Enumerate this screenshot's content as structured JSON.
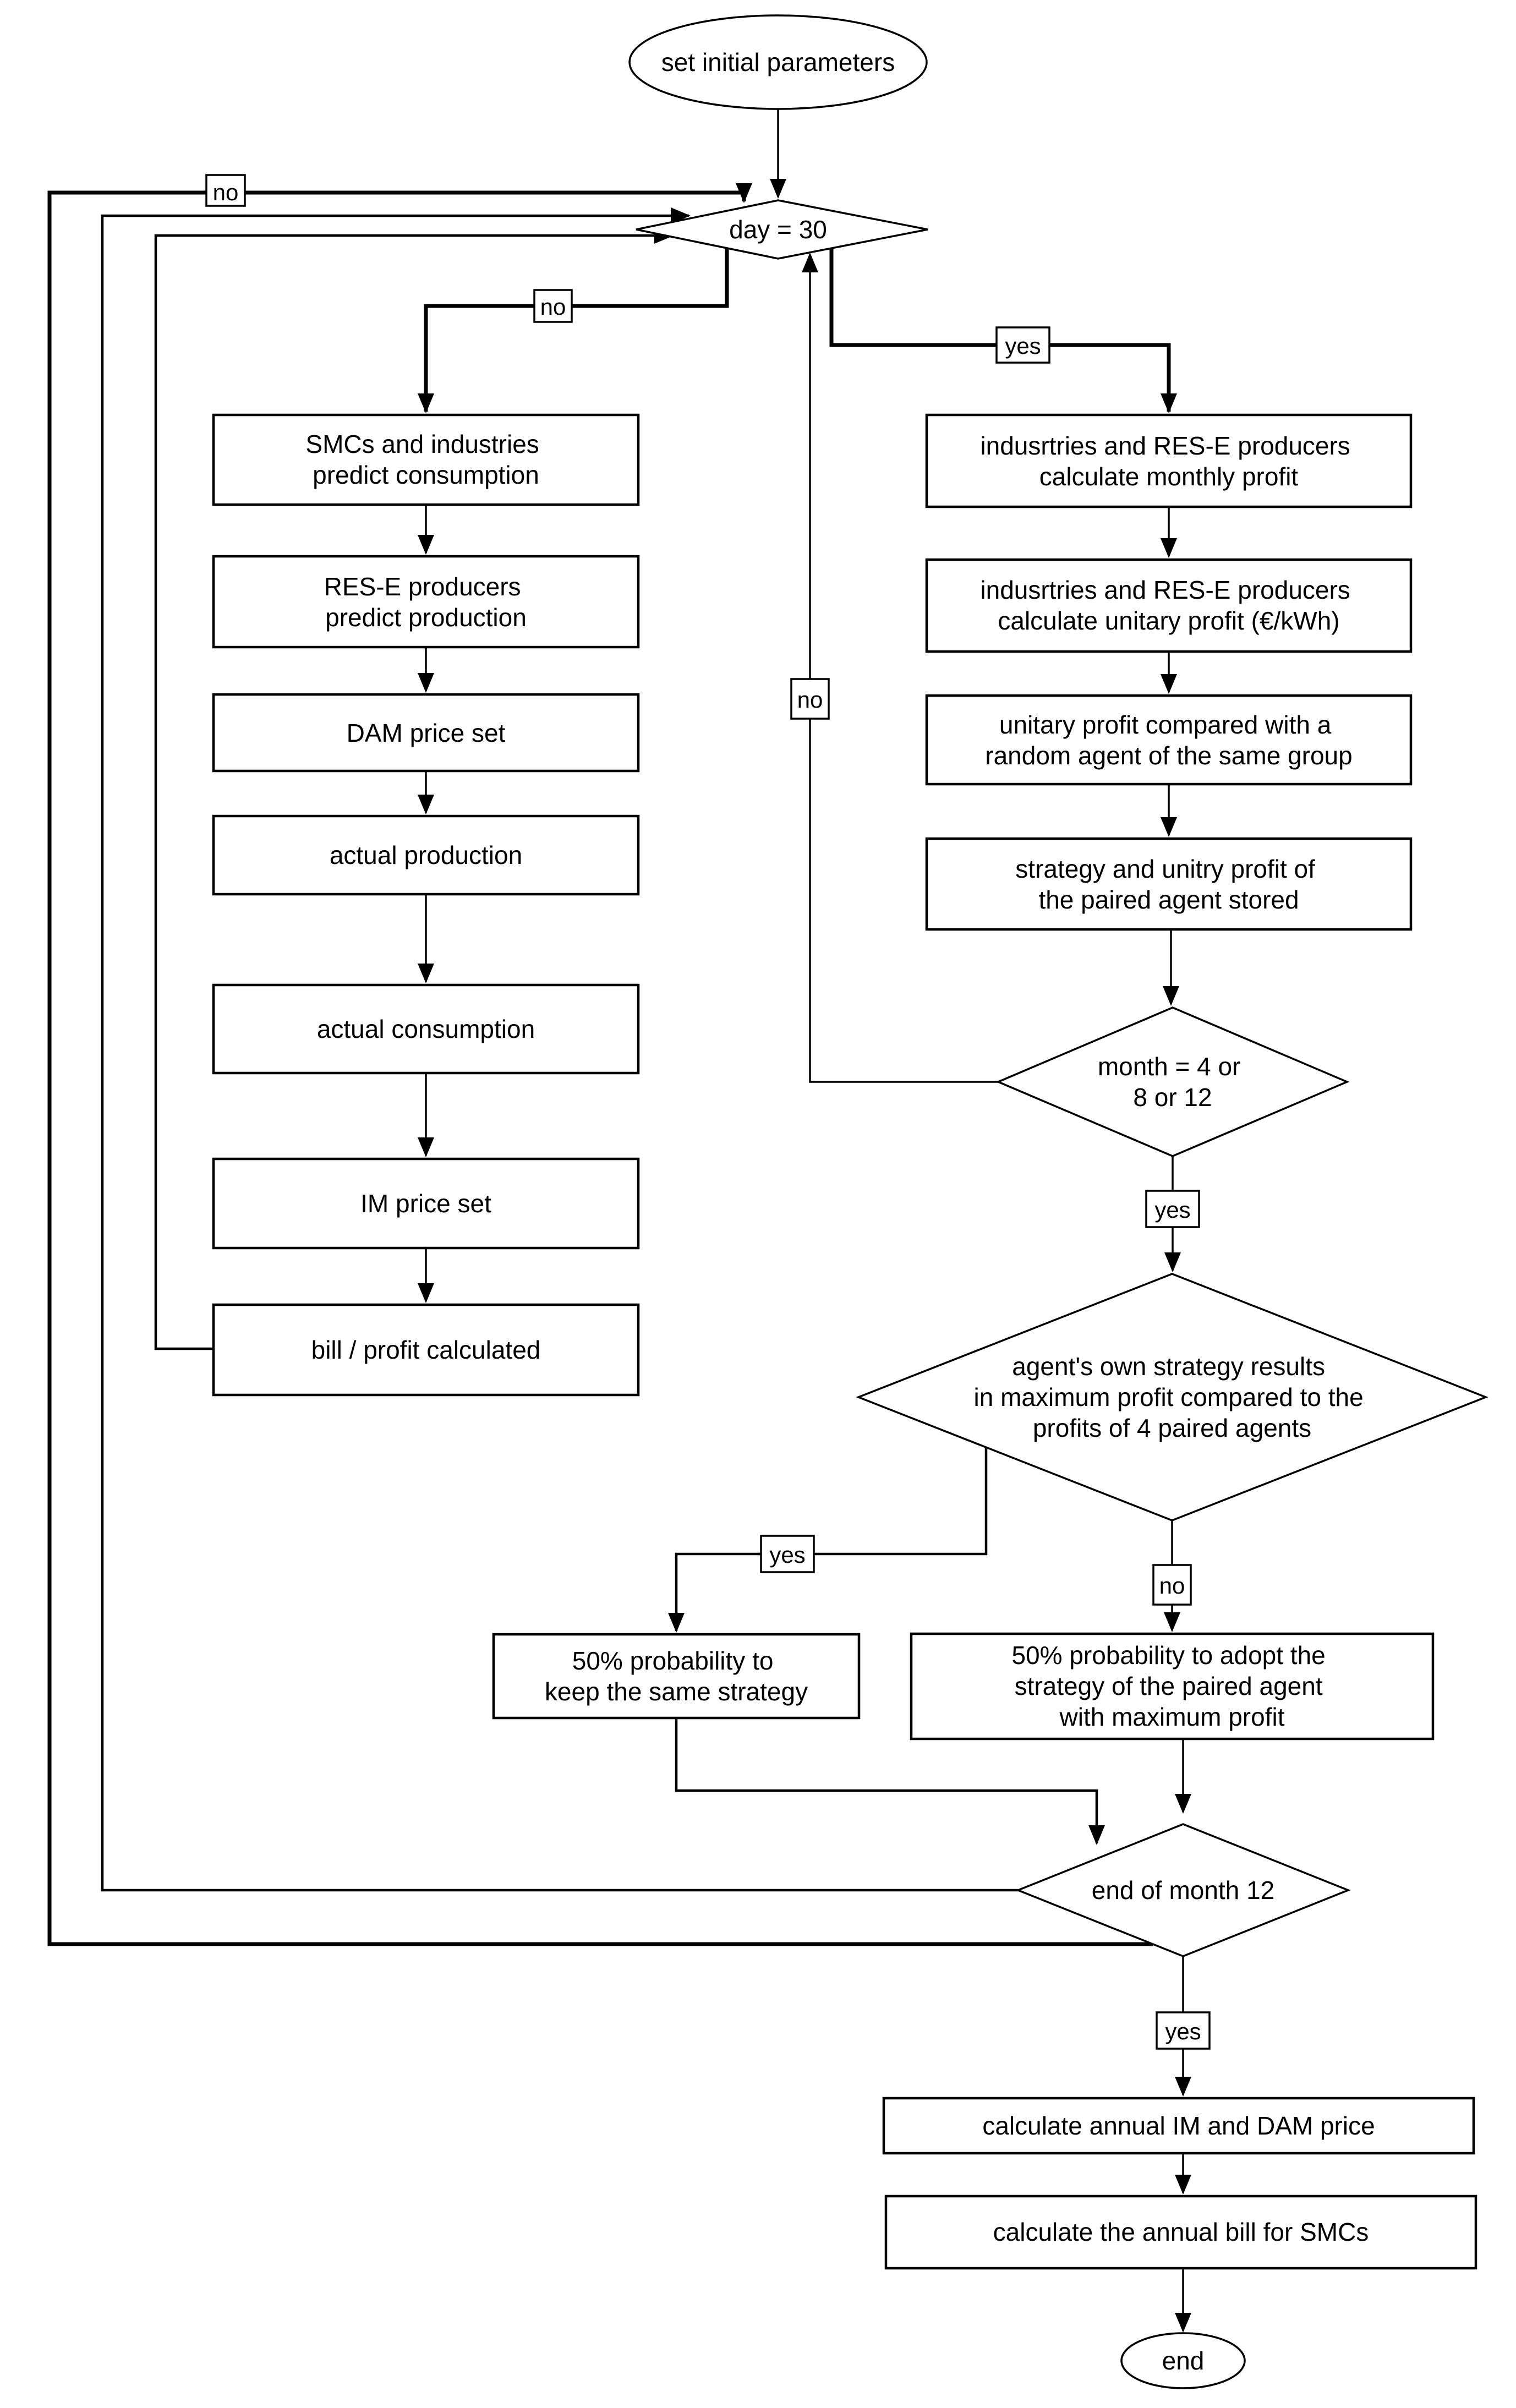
{
  "diagram": {
    "type": "flowchart",
    "background": "#ffffff",
    "stroke_color": "#000000",
    "nodes": {
      "start": {
        "shape": "ellipse",
        "label": "set initial parameters"
      },
      "day30": {
        "shape": "decision",
        "label": "day = 30"
      },
      "predict_consumption": {
        "shape": "process",
        "lines": [
          "SMCs and industries",
          "predict consumption"
        ]
      },
      "predict_production": {
        "shape": "process",
        "lines": [
          "RES-E producers",
          "predict production"
        ]
      },
      "dam_price": {
        "shape": "process",
        "label": "DAM price set"
      },
      "actual_production": {
        "shape": "process",
        "label": "actual production"
      },
      "actual_consumption": {
        "shape": "process",
        "label": "actual consumption"
      },
      "im_price": {
        "shape": "process",
        "label": "IM price set"
      },
      "bill_profit": {
        "shape": "process",
        "label": "bill / profit calculated"
      },
      "monthly_profit": {
        "shape": "process",
        "lines": [
          "indusrtries and RES-E producers",
          "calculate monthly profit"
        ]
      },
      "unitary_profit": {
        "shape": "process",
        "lines": [
          "indusrtries and RES-E producers",
          "calculate unitary profit (€/kWh)"
        ]
      },
      "profit_compared": {
        "shape": "process",
        "lines": [
          "unitary profit compared with a",
          "random agent of the same group"
        ]
      },
      "strategy_stored": {
        "shape": "process",
        "lines": [
          "strategy and unitry profit of",
          "the paired agent stored"
        ]
      },
      "month_check": {
        "shape": "decision",
        "lines": [
          "month = 4 or",
          "8 or 12"
        ]
      },
      "strategy_check": {
        "shape": "decision",
        "lines": [
          "agent's own strategy results",
          "in maximum profit compared to the",
          "profits of 4 paired agents"
        ]
      },
      "keep_strategy": {
        "shape": "process",
        "lines": [
          "50% probability to",
          "keep the same strategy"
        ]
      },
      "adopt_strategy": {
        "shape": "process",
        "lines": [
          "50% probability to adopt the",
          "strategy of the paired agent",
          "with maximum profit"
        ]
      },
      "end_of_month12": {
        "shape": "decision",
        "label": "end of month 12"
      },
      "calc_annual_price": {
        "shape": "process",
        "label": "calculate annual IM and DAM price"
      },
      "calc_annual_bill": {
        "shape": "process",
        "label": "calculate the annual bill for SMCs"
      },
      "end": {
        "shape": "ellipse",
        "label": "end"
      }
    },
    "edge_labels": {
      "no_outer_loop": "no",
      "no_day30": "no",
      "yes_day30": "yes",
      "no_month": "no",
      "yes_month": "yes",
      "yes_strategy": "yes",
      "no_strategy": "no",
      "yes_end12": "yes"
    }
  }
}
